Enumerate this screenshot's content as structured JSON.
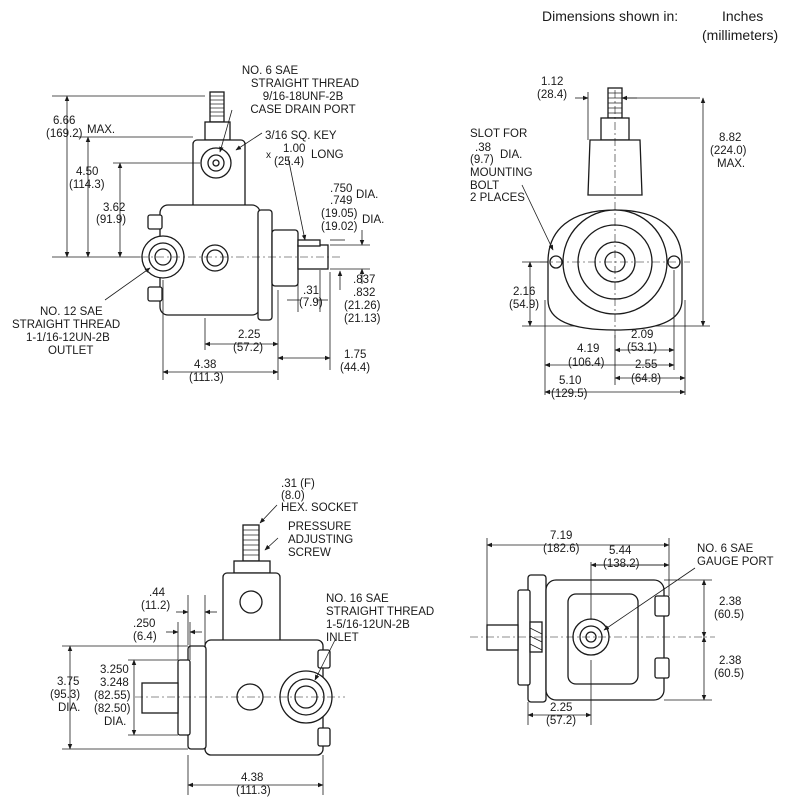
{
  "header": {
    "prefix": "Dimensions shown in:",
    "unit_primary": "Inches",
    "unit_secondary": "(millimeters)"
  },
  "view_side": {
    "case_drain": [
      "NO. 6 SAE",
      "STRAIGHT THREAD",
      "9/16-18UNF-2B",
      "CASE DRAIN PORT"
    ],
    "key": [
      "3/16 SQ. KEY",
      "1.00",
      "(25.4)",
      "LONG",
      "x"
    ],
    "outlet": [
      "NO. 12 SAE",
      "STRAIGHT THREAD",
      "1-1/16-12UN-2B",
      "OUTLET"
    ],
    "d_666": [
      "6.66",
      "(169.2)",
      "MAX."
    ],
    "d_450": [
      "4.50",
      "(114.3)"
    ],
    "d_362": [
      "3.62",
      "(91.9)"
    ],
    "d_shaft": [
      ".750",
      ".749",
      "(19.05)",
      "(19.02)",
      "DIA.",
      "DIA."
    ],
    "d_031": [
      ".31",
      "(7.9)"
    ],
    "d_837": [
      ".837",
      ".832",
      "(21.26)",
      "(21.13)"
    ],
    "d_225": [
      "2.25",
      "(57.2)"
    ],
    "d_175": [
      "1.75",
      "(44.4)"
    ],
    "d_438": [
      "4.38",
      "(111.3)"
    ]
  },
  "view_front": {
    "slot": [
      "SLOT FOR",
      ".38",
      "(9.7)",
      "DIA.",
      "MOUNTING",
      "BOLT",
      "2 PLACES"
    ],
    "d_112": [
      "1.12",
      "(28.4)"
    ],
    "d_882": [
      "8.82",
      "(224.0)",
      "MAX."
    ],
    "d_216": [
      "2.16",
      "(54.9)"
    ],
    "d_209": [
      "2.09",
      "(53.1)"
    ],
    "d_419": [
      "4.19",
      "(106.4)"
    ],
    "d_255": [
      "2.55",
      "(64.8)"
    ],
    "d_510": [
      "5.10",
      "(129.5)"
    ]
  },
  "view_bottom": {
    "hex": [
      ".31 (F)",
      "(8.0)",
      "HEX. SOCKET"
    ],
    "pressure": [
      "PRESSURE",
      "ADJUSTING",
      "SCREW"
    ],
    "inlet": [
      "NO. 16 SAE",
      "STRAIGHT THREAD",
      "1-5/16-12UN-2B",
      "INLET"
    ],
    "d_044": [
      ".44",
      "(11.2)"
    ],
    "d_0250": [
      ".250",
      "(6.4)"
    ],
    "d_375": [
      "3.75",
      "(95.3)",
      "DIA."
    ],
    "d_3250": [
      "3.250",
      "3.248",
      "(82.55)",
      "(82.50)",
      "DIA."
    ],
    "d_438": [
      "4.38",
      "(111.3)"
    ]
  },
  "view_top": {
    "d_719": [
      "7.19",
      "(182.6)"
    ],
    "d_544": [
      "5.44",
      "(138.2)"
    ],
    "gauge": [
      "NO. 6 SAE",
      "GAUGE PORT"
    ],
    "d_238a": [
      "2.38",
      "(60.5)"
    ],
    "d_238b": [
      "2.38",
      "(60.5)"
    ],
    "d_225": [
      "2.25",
      "(57.2)"
    ]
  }
}
